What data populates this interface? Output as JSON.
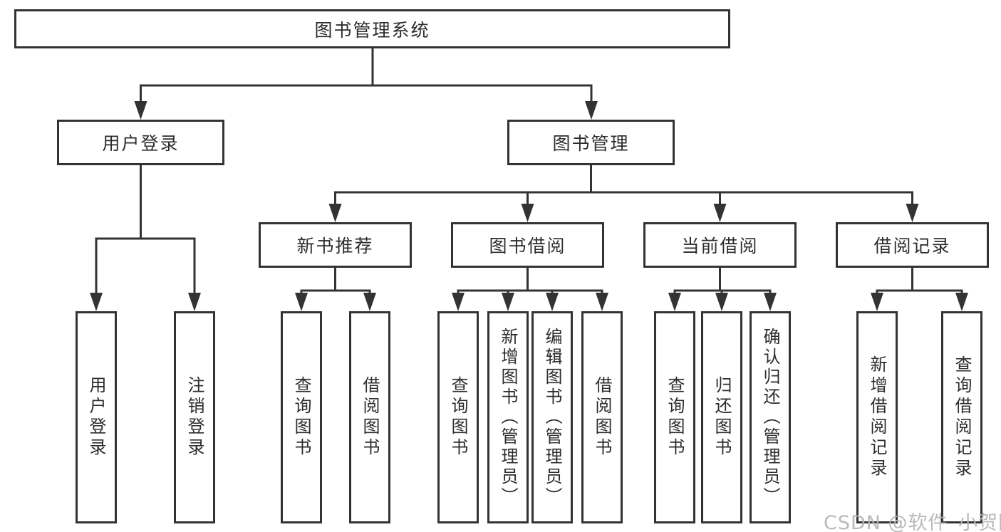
{
  "diagram": {
    "title": "图书管理系统",
    "nodes": {
      "root": "图书管理系统",
      "level2": [
        "用户登录",
        "图书管理"
      ],
      "level3": [
        "新书推荐",
        "图书借阅",
        "当前借阅",
        "借阅记录"
      ],
      "leaves": [
        "用户登录",
        "注销登录",
        "查询图书",
        "借阅图书",
        "查询图书",
        "新增图书（管理员）",
        "编辑图书（管理员）",
        "借阅图书",
        "查询图书",
        "归还图书",
        "确认归还（管理员）",
        "新增借阅记录",
        "查询借阅记录"
      ]
    },
    "colors": {
      "line": "#333333",
      "text": "#2d2d2d",
      "background": "#ffffff",
      "watermark": "#b2b2b2"
    }
  },
  "watermark": {
    "text": "CSDN @软件_小贺同学"
  }
}
